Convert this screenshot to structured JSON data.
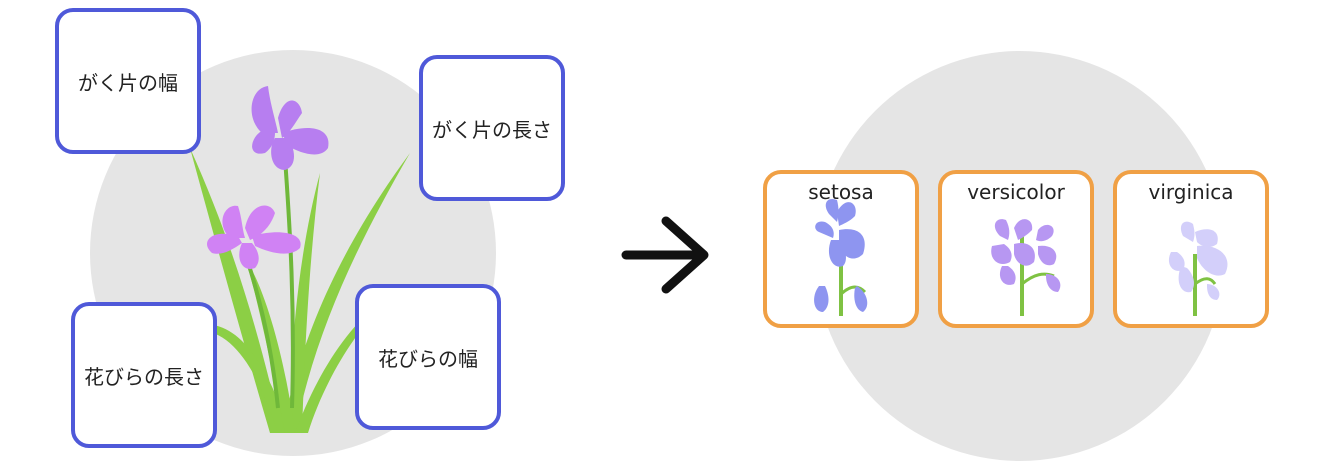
{
  "features": {
    "sepal_width": "がく片の幅",
    "sepal_length": "がく片の長さ",
    "petal_length": "花びらの長さ",
    "petal_width": "花びらの幅"
  },
  "classes": [
    {
      "label": "setosa",
      "color": "#8e95f0"
    },
    {
      "label": "versicolor",
      "color": "#b797f2"
    },
    {
      "label": "virginica",
      "color": "#d3cffa"
    }
  ],
  "colors": {
    "feature_border": "#4f59d9",
    "class_border": "#f0a045",
    "leaf_green": "#8ccf45",
    "flower_purple": "#c978f0",
    "circle_gray": "#e5e5e5",
    "arrow": "#111111"
  },
  "icons": [
    "iris-flower-icon",
    "right-arrow-icon",
    "setosa-flower-icon",
    "versicolor-flower-icon",
    "virginica-flower-icon"
  ]
}
